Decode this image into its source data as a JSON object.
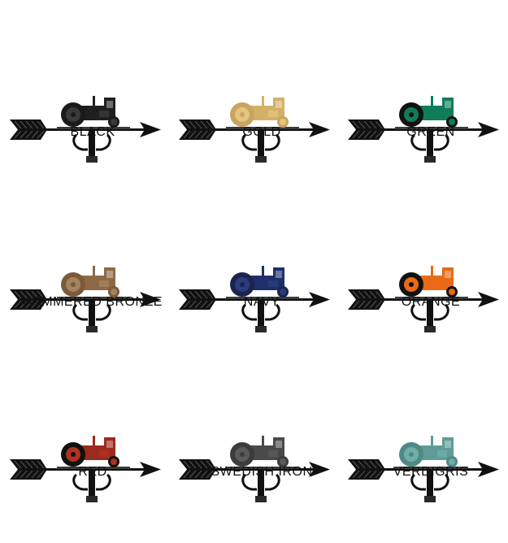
{
  "options": [
    {
      "label": "BLACK",
      "body": "#1f1f1f",
      "wheel": "#1a1a1a",
      "rim": "#3a3a3a"
    },
    {
      "label": "GOLD",
      "body": "#d3b06a",
      "wheel": "#c9a45d",
      "rim": "#e2c582"
    },
    {
      "label": "GREEN",
      "body": "#0f7d5a",
      "wheel": "#111111",
      "rim": "#0f7d5a"
    },
    {
      "label": "HAMMERED BRONZE",
      "body": "#8d6a45",
      "wheel": "#7a5a3a",
      "rim": "#a5835c"
    },
    {
      "label": "NAVY",
      "body": "#1e2f6b",
      "wheel": "#1b244f",
      "rim": "#2c3d7c"
    },
    {
      "label": "ORANGE",
      "body": "#ea6a17",
      "wheel": "#111111",
      "rim": "#ea6a17"
    },
    {
      "label": "RED",
      "body": "#9d2a1e",
      "wheel": "#111111",
      "rim": "#b0321f"
    },
    {
      "label": "SWEDISH IRON",
      "body": "#4a4a4a",
      "wheel": "#3c3c3c",
      "rim": "#5a5a5a"
    },
    {
      "label": "VERDIGRIS",
      "body": "#5f9c97",
      "wheel": "#4e8a85",
      "rim": "#72aea9"
    }
  ]
}
